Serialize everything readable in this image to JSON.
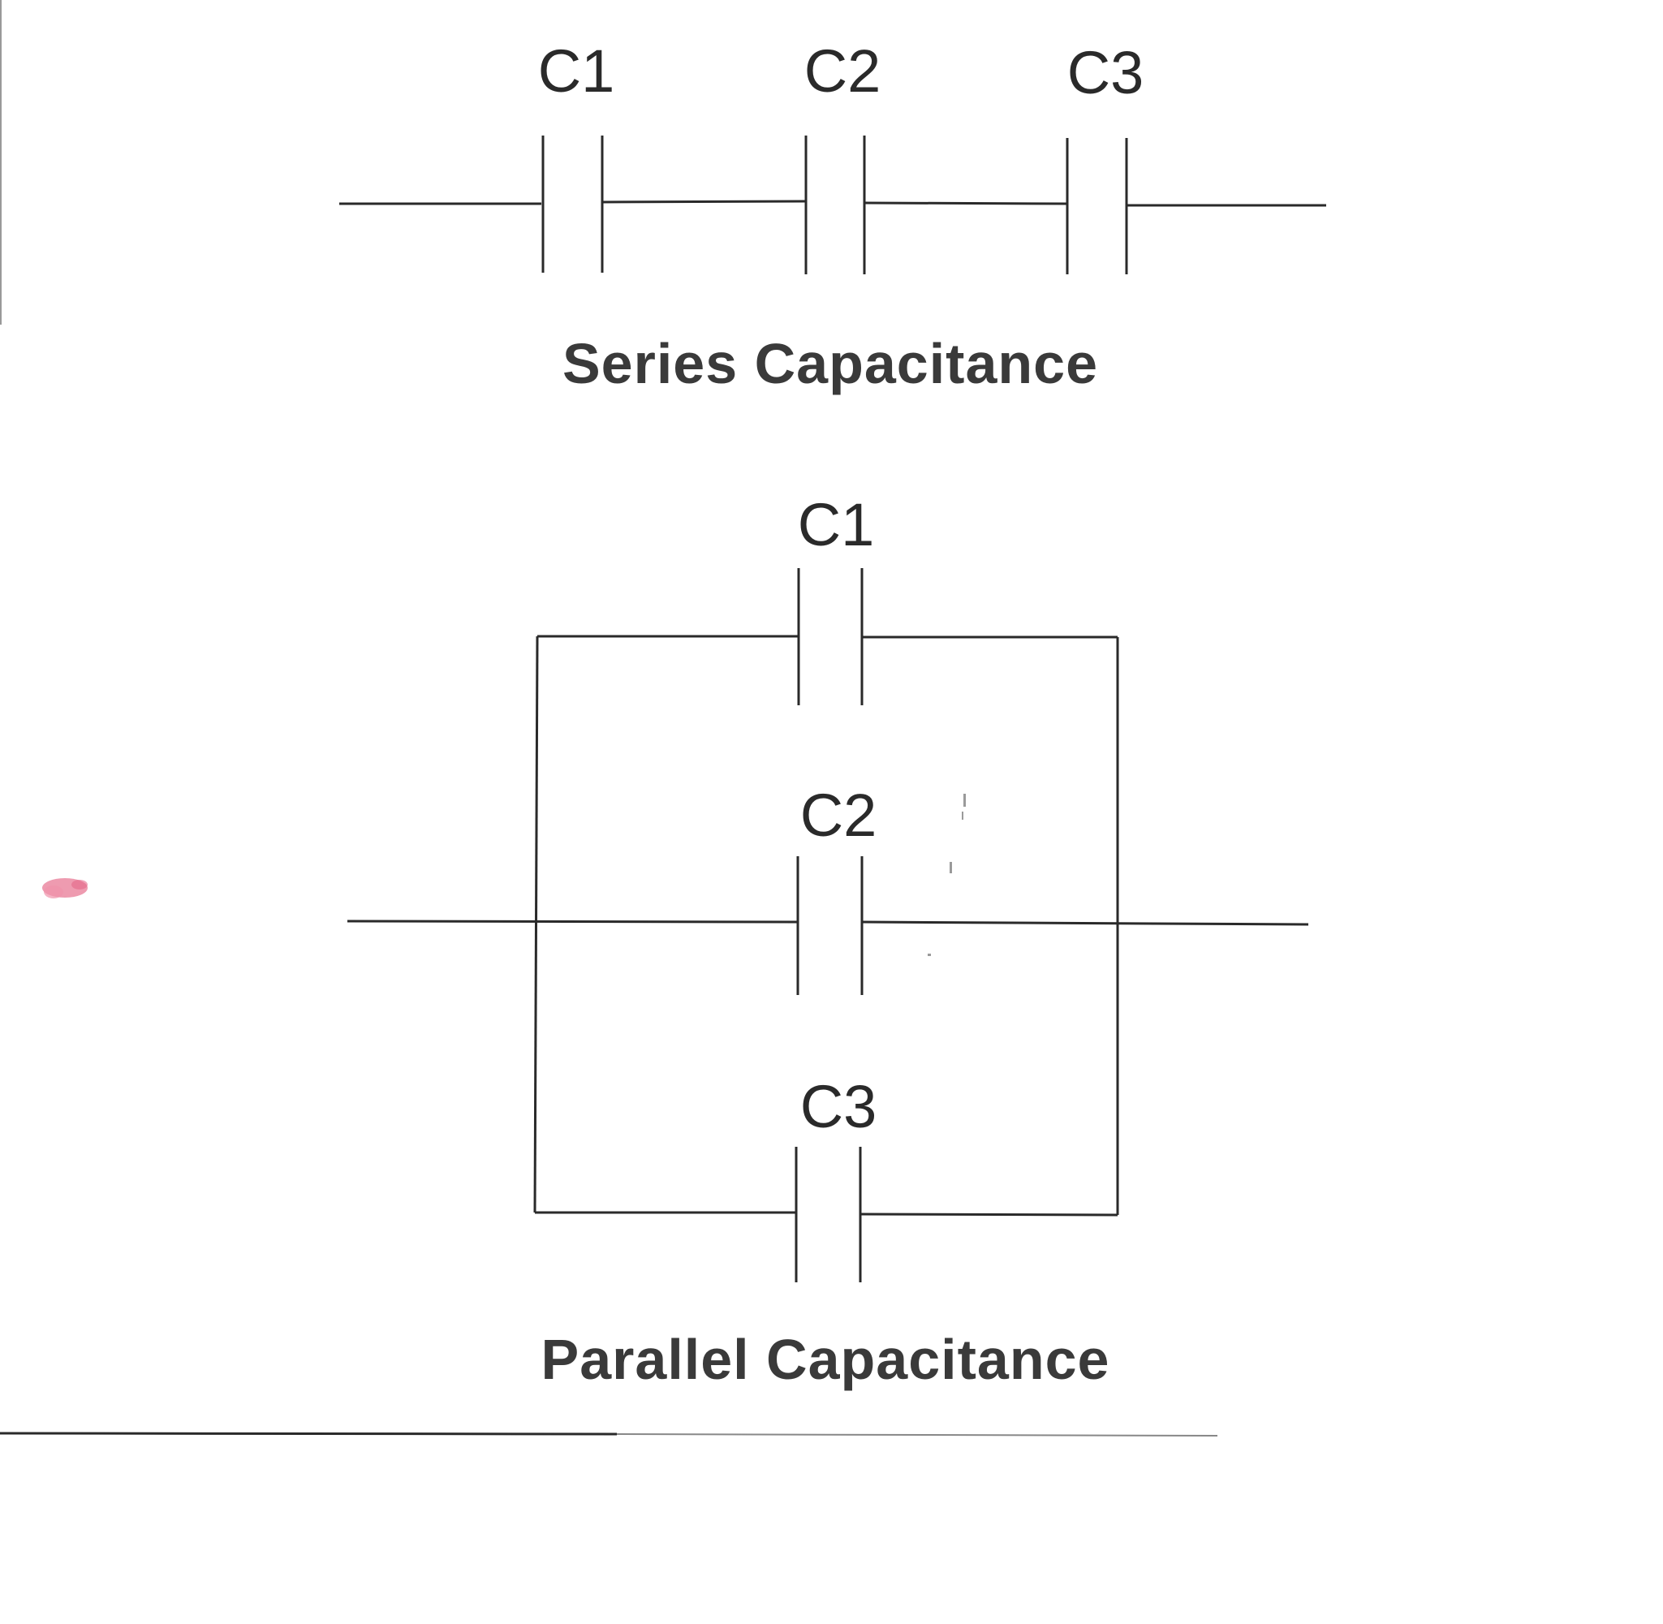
{
  "series": {
    "capacitor_labels": [
      "C1",
      "C2",
      "C3"
    ],
    "caption": "Series Capacitance"
  },
  "parallel": {
    "capacitor_labels": [
      "C1",
      "C2",
      "C3"
    ],
    "caption": "Parallel Capacitance"
  }
}
